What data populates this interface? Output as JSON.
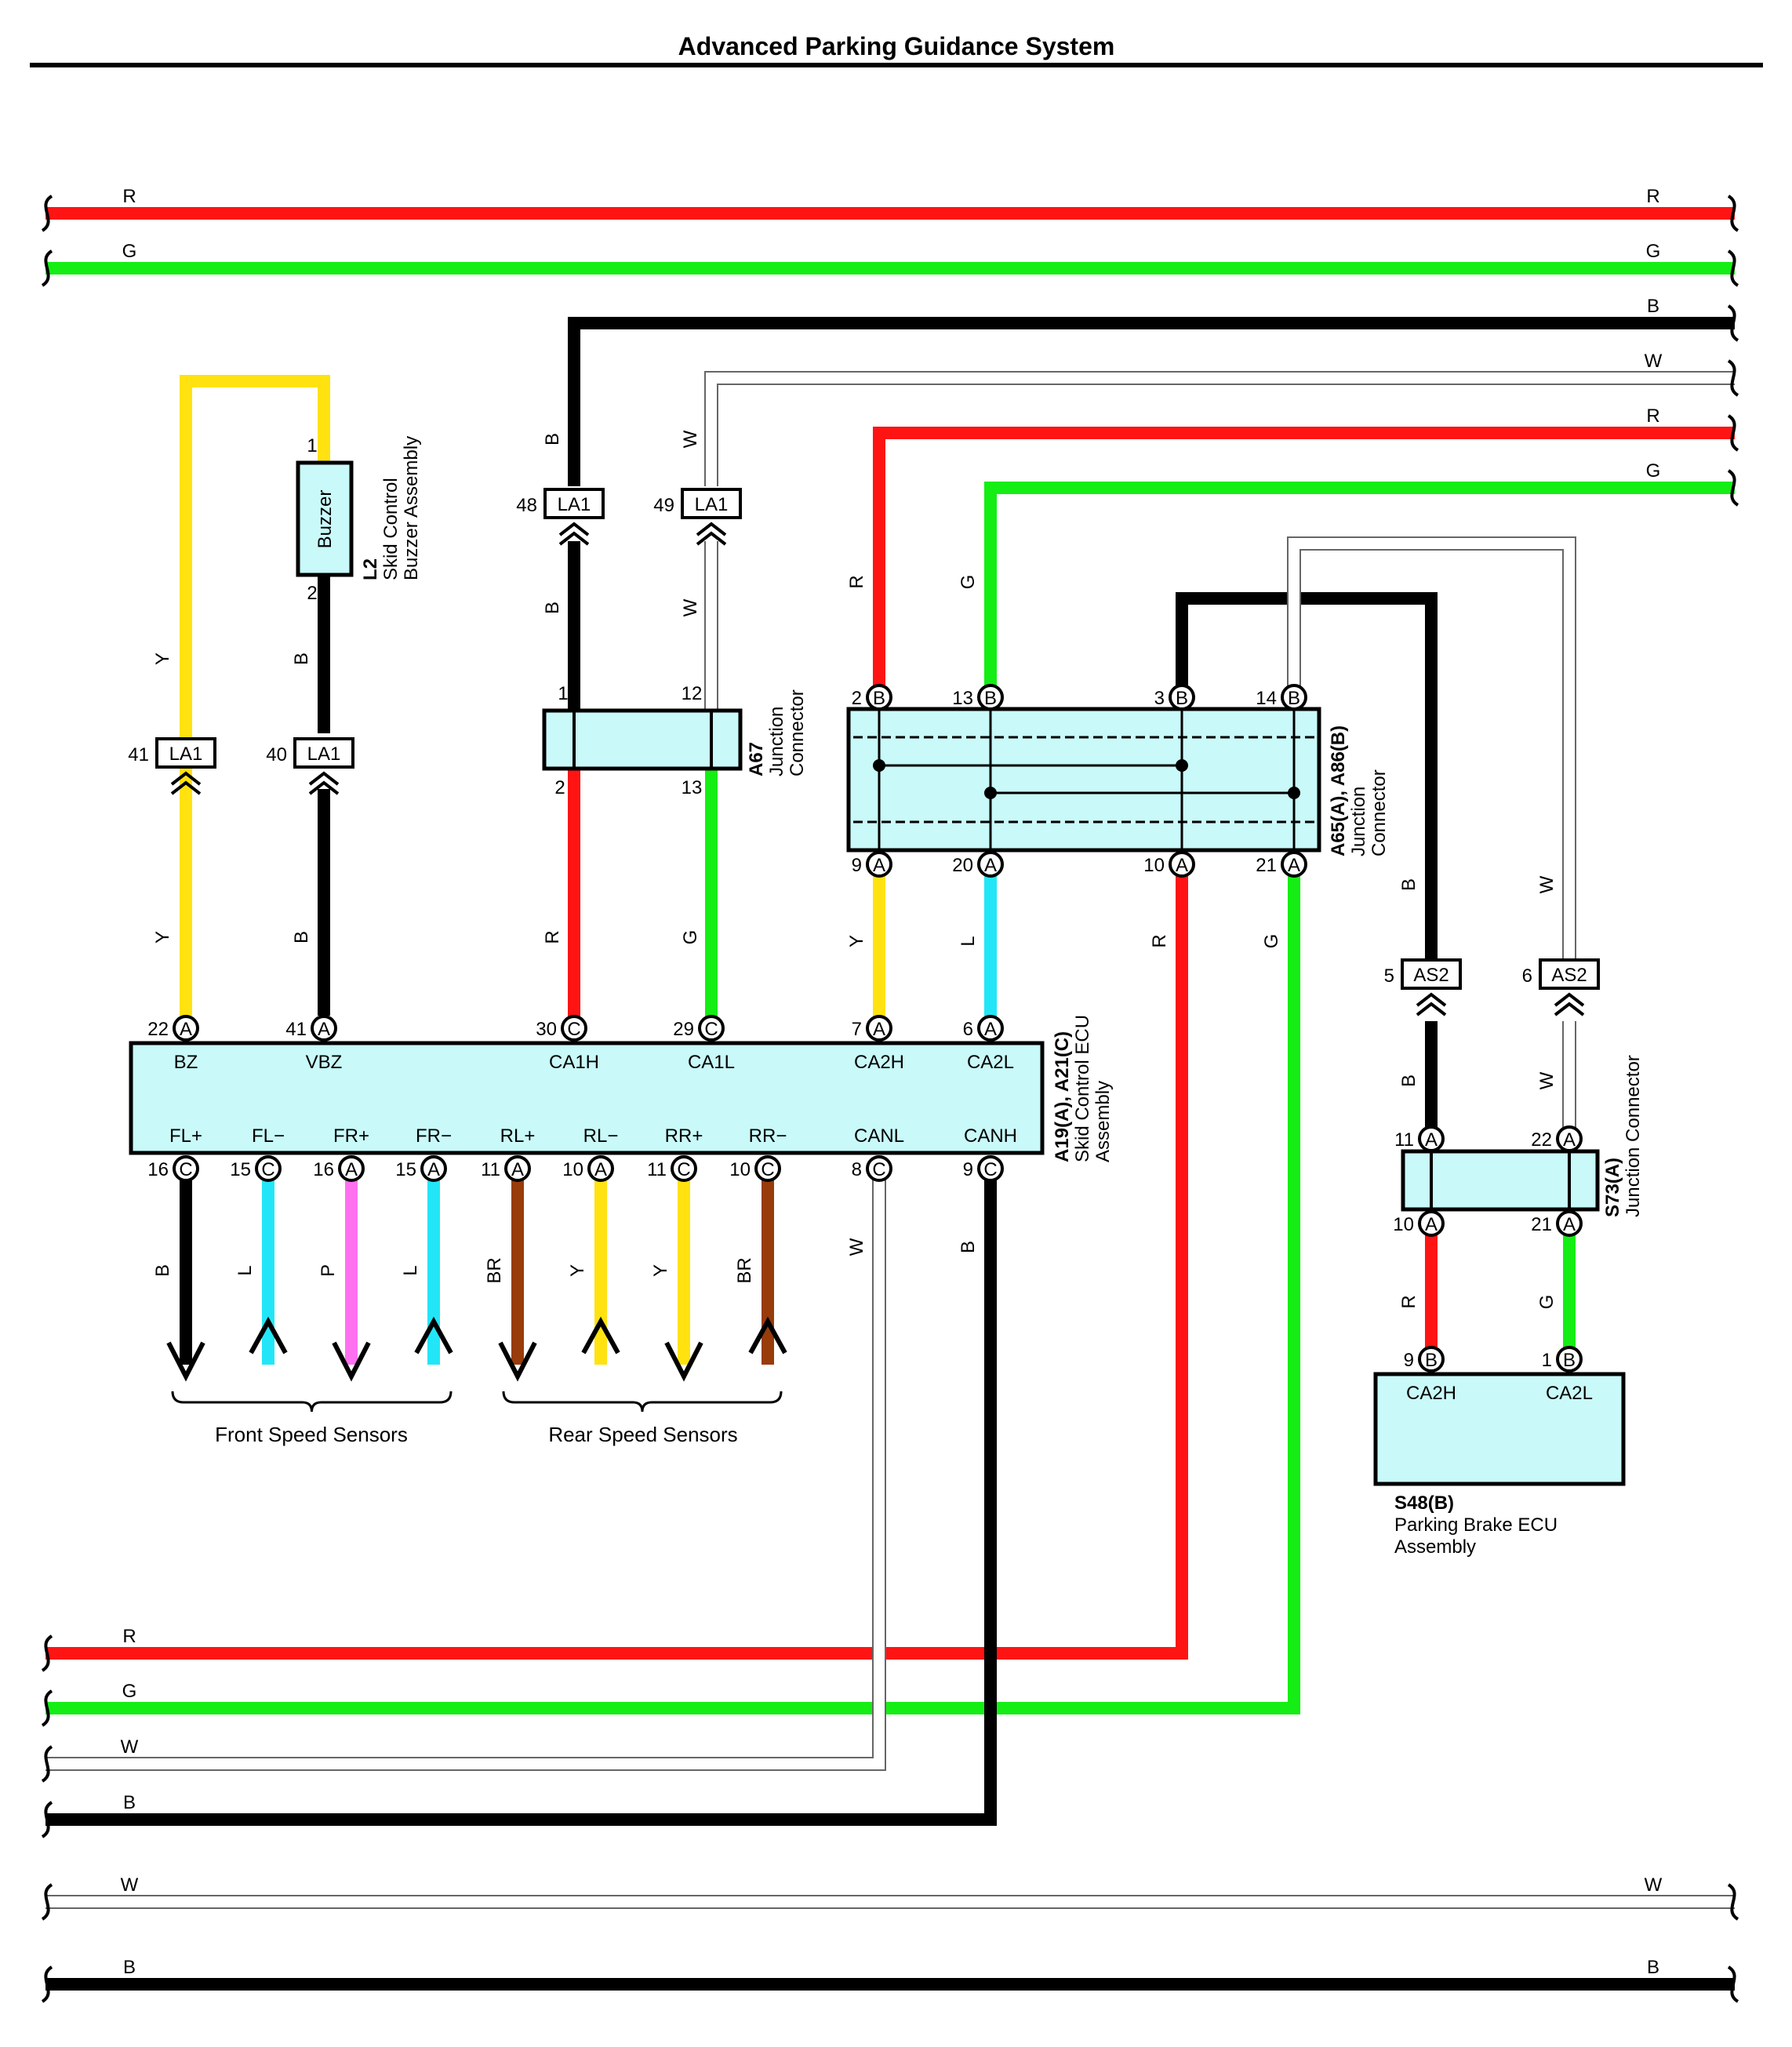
{
  "title": "Advanced Parking Guidance System",
  "colors": {
    "R": "#ff1414",
    "G": "#14ee14",
    "B": "#000000",
    "W": "#ffffff",
    "Y": "#ffe210",
    "L": "#22e6f7",
    "P": "#ff70f0",
    "BR": "#973c0a",
    "box_fill": "#c9f9f9"
  },
  "wire_labels": {
    "R": "R",
    "G": "G",
    "B": "B",
    "W": "W",
    "Y": "Y",
    "L": "L",
    "P": "P",
    "BR": "BR"
  },
  "components": {
    "L2": {
      "id": "L2",
      "name_line1": "Skid Control",
      "name_line2": "Buzzer Assembly",
      "inner": "Buzzer",
      "pin_top": "1",
      "pin_bottom": "2"
    },
    "A67": {
      "id": "A67",
      "name_line1": "Junction",
      "name_line2": "Connector",
      "pins": [
        "1",
        "12",
        "2",
        "13"
      ]
    },
    "A65": {
      "id": "A65(A), A86(B)",
      "name_line1": "Junction",
      "name_line2": "Connector",
      "pins": [
        "2",
        "13",
        "3",
        "14",
        "9",
        "20",
        "10",
        "21"
      ],
      "letters": [
        "B",
        "B",
        "B",
        "B",
        "A",
        "A",
        "A",
        "A"
      ]
    },
    "A19": {
      "id": "A19(A), A21(C)",
      "name_line1": "Skid Control ECU",
      "name_line2": "Assembly",
      "top_terminals": [
        {
          "pin": "22",
          "letter": "A",
          "name": "BZ"
        },
        {
          "pin": "41",
          "letter": "A",
          "name": "VBZ"
        },
        {
          "pin": "30",
          "letter": "C",
          "name": "CA1H"
        },
        {
          "pin": "29",
          "letter": "C",
          "name": "CA1L"
        },
        {
          "pin": "7",
          "letter": "A",
          "name": "CA2H"
        },
        {
          "pin": "6",
          "letter": "A",
          "name": "CA2L"
        }
      ],
      "bottom_terminals": [
        {
          "pin": "16",
          "letter": "C",
          "name": "FL+",
          "wire": "B"
        },
        {
          "pin": "15",
          "letter": "C",
          "name": "FL−",
          "wire": "L"
        },
        {
          "pin": "16",
          "letter": "A",
          "name": "FR+",
          "wire": "P"
        },
        {
          "pin": "15",
          "letter": "A",
          "name": "FR−",
          "wire": "L"
        },
        {
          "pin": "11",
          "letter": "A",
          "name": "RL+",
          "wire": "BR"
        },
        {
          "pin": "10",
          "letter": "A",
          "name": "RL−",
          "wire": "Y"
        },
        {
          "pin": "11",
          "letter": "C",
          "name": "RR+",
          "wire": "Y"
        },
        {
          "pin": "10",
          "letter": "C",
          "name": "RR−",
          "wire": "BR"
        },
        {
          "pin": "8",
          "letter": "C",
          "name": "CANL",
          "wire": "W"
        },
        {
          "pin": "9",
          "letter": "C",
          "name": "CANH",
          "wire": "B"
        }
      ]
    },
    "S73": {
      "id": "S73(A)",
      "name_line1": "Junction Connector",
      "pins": [
        "11",
        "22",
        "10",
        "21"
      ],
      "letter": "A"
    },
    "S48": {
      "id": "S48(B)",
      "name_line1": "Parking Brake ECU",
      "name_line2": "Assembly",
      "pins": [
        "9",
        "1"
      ],
      "letter": "B",
      "terminals": [
        "CA2H",
        "CA2L"
      ]
    }
  },
  "connectors": {
    "LA1": "LA1",
    "AS2": "AS2",
    "la1_pins": [
      "41",
      "40",
      "48",
      "49"
    ],
    "as2_pins": [
      "5",
      "6"
    ]
  },
  "groups": {
    "front": "Front Speed Sensors",
    "rear": "Rear Speed Sensors"
  }
}
